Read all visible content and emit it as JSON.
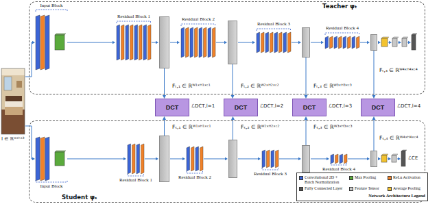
{
  "diagram": {
    "nodes": [
      {
        "text": [
          "Teacher ψₜ"
        ]
      },
      {
        "text": [
          "Fₜ,₁ ∈ ℝᵂ¹ˣᴴ¹ˣᶜ¹"
        ],
        "in": 0
      },
      {
        "text": [
          "Fₜ,₂ ∈ ℝᵂ²ˣᴴ²ˣᶜ²"
        ],
        "in": 0
      },
      {
        "text": [
          "Fₜ,₃ ∈ ℝᵂ³ˣᴴ³ˣᶜ³"
        ],
        "in": 0
      },
      {
        "text": [
          "Fₜ,₄ ∈ ℝᵂ⁴ˣᴴ⁴ˣᶜ⁴"
        ],
        "in": 0
      },
      {
        "text": [
          "DCT"
        ]
      },
      {
        "text": [
          "DCT"
        ]
      },
      {
        "text": [
          "DCT"
        ]
      },
      {
        "text": [
          "DCT"
        ]
      },
      {
        "text": [
          "Student ψₛ"
        ]
      },
      {
        "text": [
          "Fₛ,₁ ∈ ℝᵂ¹ˣᴴ¹ˣᶜ¹"
        ],
        "in": 9
      },
      {
        "text": [
          "Fₛ,₂ ∈ ℝᵂ²ˣᴴ²ˣᶜ²"
        ],
        "in": 9
      },
      {
        "text": [
          "Fₛ,₃ ∈ ℝᵂ³ˣᴴ³ˣᶜ³"
        ],
        "in": 9
      },
      {
        "text": [
          "Fₛ,₄ ∈ ℝᵂ⁴ˣᴴ⁴ˣᶜ⁴"
        ],
        "in": 9
      },
      {
        "text": [
          "Network Architecture Legend"
        ],
        "in": 9
      }
    ],
    "edges": [
      {
        "from": 1,
        "to": 5,
        "arrow": "to"
      },
      {
        "from": 10,
        "to": 5,
        "arrow": "to"
      },
      {
        "from": 2,
        "to": 6,
        "arrow": "to"
      },
      {
        "from": 11,
        "to": 6,
        "arrow": "to"
      },
      {
        "from": 3,
        "to": 7,
        "arrow": "to"
      },
      {
        "from": 12,
        "to": 7,
        "arrow": "to"
      },
      {
        "from": 4,
        "to": 8,
        "arrow": "to"
      },
      {
        "from": 13,
        "to": 8,
        "arrow": "to"
      }
    ],
    "labels": [
      "Input Block",
      "Residual Block 1",
      "Residual Block 2",
      "Residual Block 3",
      "Residual Block 4",
      "Input Block",
      "Residual Block 1",
      "Residual Block 2",
      "Residual Block 3",
      "Residual Block 4",
      "ℒDCT,l=1",
      "ℒDCT,l=2",
      "ℒDCT,l=3",
      "ℒDCT,l=4",
      "ℒCE",
      "I ∈ ℝʷˣʰˣ³"
    ],
    "legend": [
      {
        "text": "Convolutional 2D + Batch Normalization",
        "color": "#3b64d6"
      },
      {
        "text": "Max Pooling",
        "color": "#5aaa3c"
      },
      {
        "text": "ReLu Activation",
        "color": "#f0822a"
      },
      {
        "text": "Fully Connected Layer",
        "color": "#555555"
      },
      {
        "text": "Feature Tensor",
        "color": "#c8c8c8"
      },
      {
        "text": "Average Pooling",
        "color": "#f2c230"
      }
    ]
  }
}
